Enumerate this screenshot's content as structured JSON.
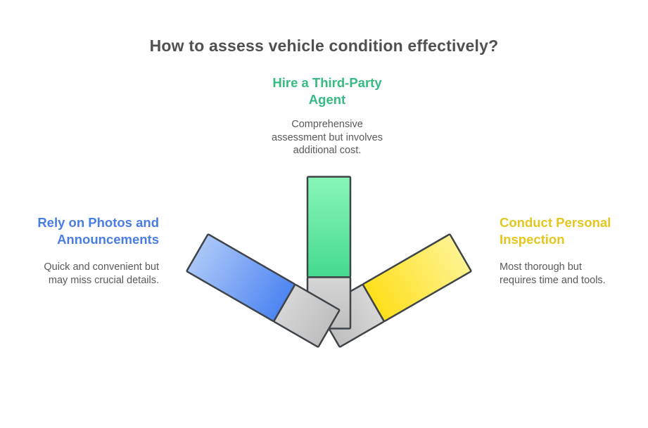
{
  "title": "How to assess vehicle condition effectively?",
  "colors": {
    "title_text": "#505050",
    "body_text": "#595959",
    "outline": "#3f4448",
    "stick_gray_light": "#d6d6d6",
    "stick_gray_dark": "#bfbfbf"
  },
  "options": [
    {
      "id": "hire-third-party-agent",
      "heading": "Hire a Third-Party\nAgent",
      "description": "Comprehensive\nassessment but involves\nadditional cost.",
      "accent": "#36ba81",
      "bar_light": "#89f6b8",
      "bar_dark": "#44da8e"
    },
    {
      "id": "rely-on-photos-announcements",
      "heading": "Rely on Photos and\nAnnouncements",
      "description": "Quick and convenient but\nmay miss crucial details.",
      "accent": "#4a7de2",
      "bar_light": "#abc7f8",
      "bar_dark": "#4d85f2"
    },
    {
      "id": "conduct-personal-inspection",
      "heading": "Conduct Personal\nInspection",
      "description": "Most thorough but\nrequires time and tools.",
      "accent": "#e3c71e",
      "bar_light": "#fdf390",
      "bar_dark": "#ffdf1a"
    }
  ]
}
